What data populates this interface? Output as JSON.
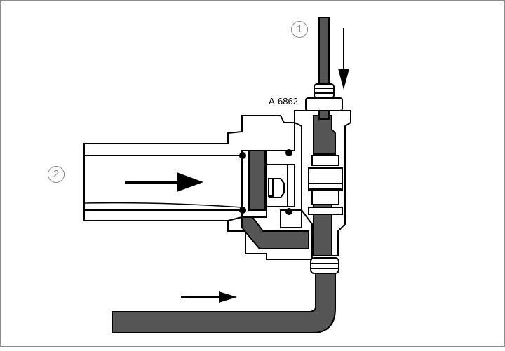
{
  "diagram": {
    "callouts": [
      {
        "id": "1",
        "text": "1"
      },
      {
        "id": "2",
        "text": "2"
      }
    ],
    "part_label": "A-6862",
    "colors": {
      "fill": "#555555",
      "line": "#000000",
      "border": "#8a8a8a",
      "background": "#ffffff"
    }
  }
}
